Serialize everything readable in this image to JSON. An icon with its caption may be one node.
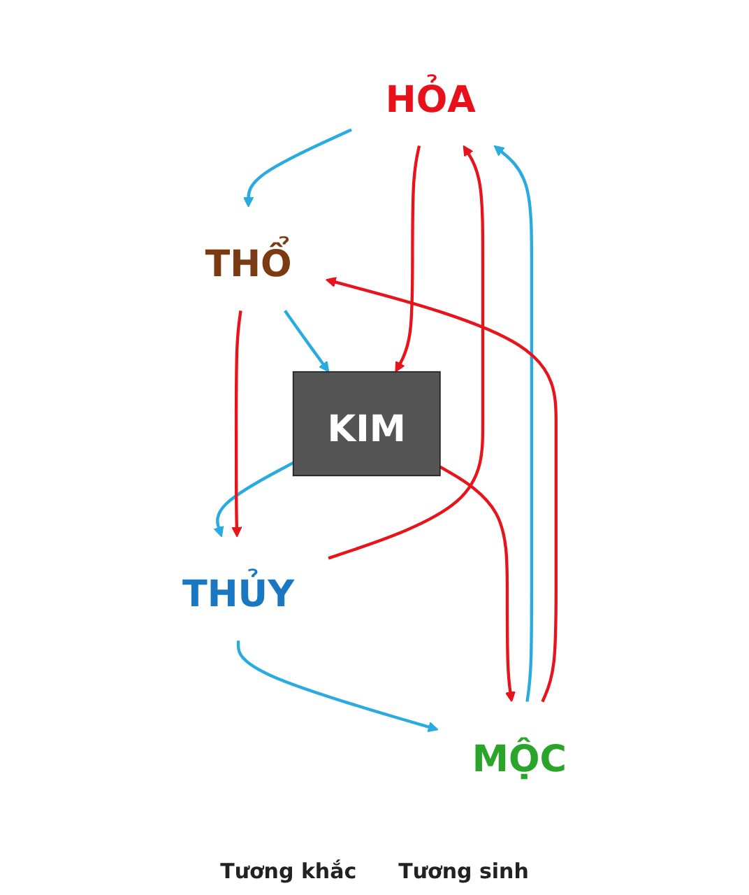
{
  "diagram": {
    "nodes": [
      {
        "text": [
          "HỎA"
        ]
      },
      {
        "text": [
          "THỔ"
        ]
      },
      {
        "text": [
          "KIM"
        ]
      },
      {
        "text": [
          "THỦY"
        ]
      },
      {
        "text": [
          "MỘC"
        ]
      }
    ],
    "edges": [
      {
        "from": 4,
        "to": 0,
        "arrow": "to",
        "color": "#29abe2"
      },
      {
        "from": 0,
        "to": 1,
        "arrow": "to",
        "color": "#29abe2"
      },
      {
        "from": 1,
        "to": 2,
        "arrow": "to",
        "color": "#29abe2"
      },
      {
        "from": 2,
        "to": 3,
        "arrow": "to",
        "color": "#29abe2"
      },
      {
        "from": 3,
        "to": 4,
        "arrow": "to",
        "color": "#29abe2"
      },
      {
        "from": 4,
        "to": 1,
        "arrow": "to",
        "color": "#e8141c"
      },
      {
        "from": 1,
        "to": 3,
        "arrow": "to",
        "color": "#e8141c"
      },
      {
        "from": 3,
        "to": 0,
        "arrow": "to",
        "color": "#e8141c"
      },
      {
        "from": 0,
        "to": 2,
        "arrow": "to",
        "color": "#e8141c"
      },
      {
        "from": 2,
        "to": 4,
        "arrow": "to",
        "color": "#e8141c"
      }
    ],
    "labels": [
      "Tương khắc",
      "Tương sinh"
    ]
  }
}
